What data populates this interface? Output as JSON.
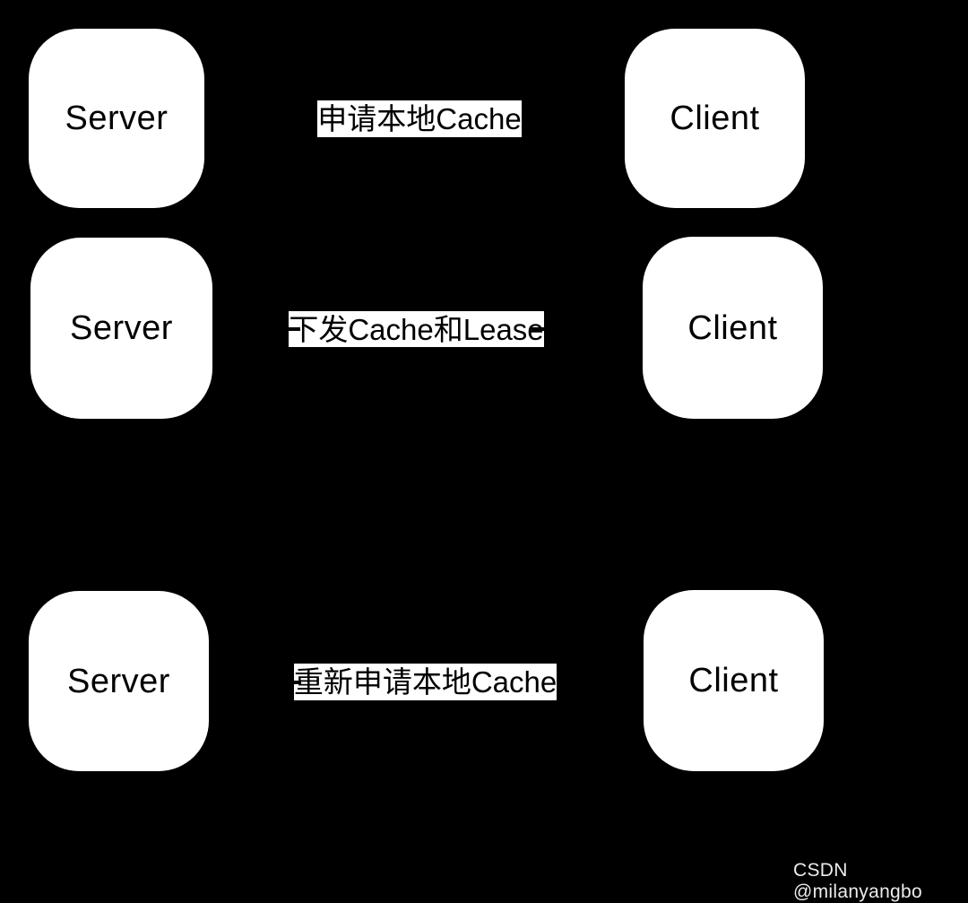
{
  "diagram": {
    "nodes": [
      {
        "id": "server-1",
        "label": "Server"
      },
      {
        "id": "client-1",
        "label": "Client"
      },
      {
        "id": "server-2",
        "label": "Server"
      },
      {
        "id": "client-2",
        "label": "Client"
      },
      {
        "id": "server-3",
        "label": "Server"
      },
      {
        "id": "client-3",
        "label": "Client"
      }
    ],
    "arrow_labels": [
      {
        "id": "row-1",
        "text": "申请本地Cache"
      },
      {
        "id": "row-2",
        "text": "下发Cache和Lease"
      },
      {
        "id": "row-3",
        "text": "重新申请本地Cache"
      }
    ]
  },
  "watermark": {
    "text": "CSDN @milanyangbo"
  },
  "colors": {
    "background": "#000000",
    "node_fill": "#ffffff",
    "node_text": "#000000",
    "label_bg": "#ffffff",
    "label_text": "#000000",
    "watermark_text": "#ececec"
  }
}
